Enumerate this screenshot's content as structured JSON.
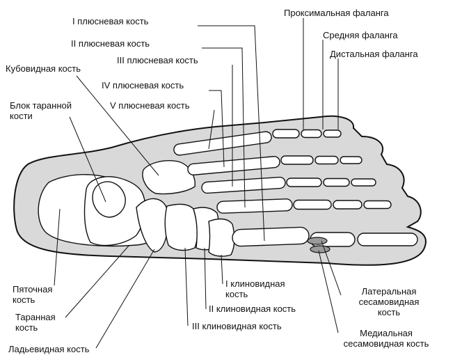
{
  "colors": {
    "outline": "#111111",
    "soft_tissue": "#d9d9d9",
    "bone": "#ffffff",
    "sesamoid": "#9a9a9a",
    "text": "#111111"
  },
  "labels": {
    "metatarsal_1": "I плюсневая кость",
    "metatarsal_2": "II плюсневая кость",
    "metatarsal_3": "III плюсневая кость",
    "metatarsal_4": "IV плюсневая кость",
    "metatarsal_5": "V плюсневая кость",
    "cuboid": "Кубовидная кость",
    "talus_trochlea_line1": "Блок таранной",
    "talus_trochlea_line2": "кости",
    "calcaneus_line1": "Пяточная",
    "calcaneus_line2": "кость",
    "talus_line1": "Таранная",
    "talus_line2": "кость",
    "navicular": "Ладьевидная кость",
    "proximal_phalanx": "Проксимальная фаланга",
    "middle_phalanx": "Средняя фаланга",
    "distal_phalanx": "Дистальная фаланга",
    "cuneiform_1_line1": "I клиновидная",
    "cuneiform_1_line2": "кость",
    "cuneiform_2": "II клиновидная кость",
    "cuneiform_3": "III клиновидная кость",
    "lateral_sesamoid_line1": "Латеральная",
    "lateral_sesamoid_line2": "сесамовидная",
    "lateral_sesamoid_line3": "кость",
    "medial_sesamoid_line1": "Медиальная",
    "medial_sesamoid_line2": "сесамовидная кость"
  }
}
